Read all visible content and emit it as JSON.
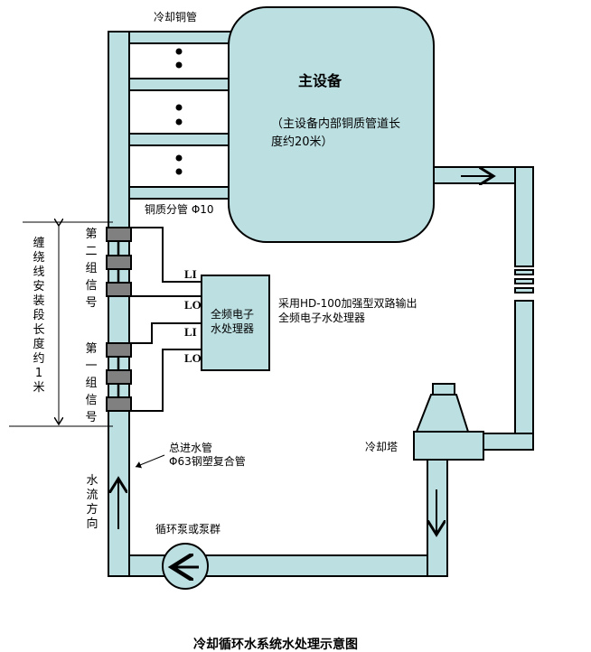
{
  "colors": {
    "pipe": "#bcdfe2",
    "stroke": "#000000",
    "sensor": "#808080"
  },
  "labels": {
    "cooling_copper_pipe": "冷却铜管",
    "main_equipment": "主设备",
    "main_equipment_note": "（主设备内部铜质管道长度约20米）",
    "copper_branch_pipe": "铜质分管 Φ10",
    "group2_signal": "第二组信号",
    "group1_signal": "第一组信号",
    "winding_length": "缠绕线安装段长度约1米",
    "port_li_1": "LI",
    "port_lo_1": "LO",
    "port_li_2": "LI",
    "port_lo_2": "LO",
    "processor": "全频电子水处理器",
    "processor_note": "采用HD-100加强型双路输出全频电子水处理器",
    "main_inlet": "总进水管",
    "main_inlet_spec": "Φ63钢塑复合管",
    "water_flow_direction": "水流方向",
    "pump": "循环泵或泵群",
    "cooling_tower": "冷却塔",
    "caption": "冷却循环水系统水处理示意图"
  }
}
